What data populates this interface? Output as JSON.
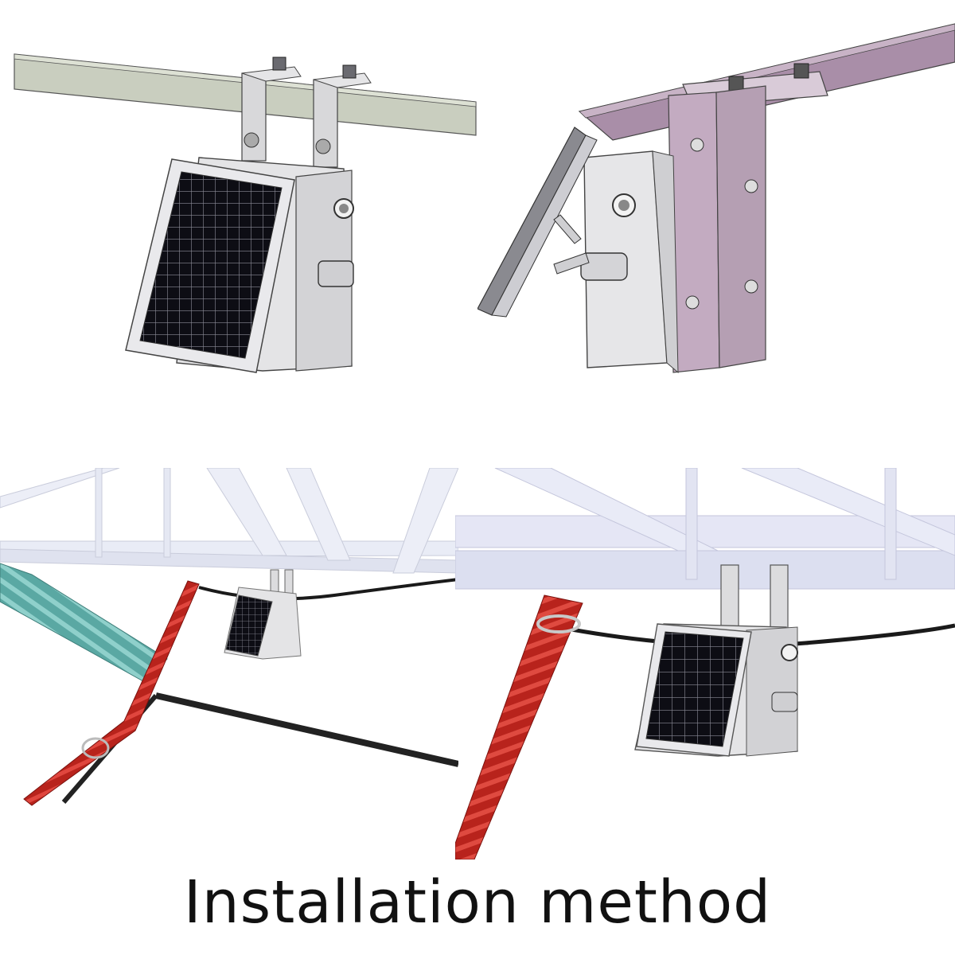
{
  "caption": "Installation method",
  "colors": {
    "rail": "#c9cebf",
    "enclosure": "#e4e4e6",
    "solar_cell": "#0d0d14",
    "purple_bracket": "#b59fb3",
    "red_cable": "#b8231c",
    "teal_cable": "#5aa8a3",
    "truss": "#e9ecf6"
  },
  "figures": [
    {
      "name": "front-view-hanging-device",
      "icon": "solar-monitor-device"
    },
    {
      "name": "side-view-hanging-device",
      "icon": "solar-monitor-device"
    },
    {
      "name": "installed-on-tower-wide",
      "icon": "tower-install-scene"
    },
    {
      "name": "installed-on-tower-close",
      "icon": "tower-install-scene"
    }
  ]
}
